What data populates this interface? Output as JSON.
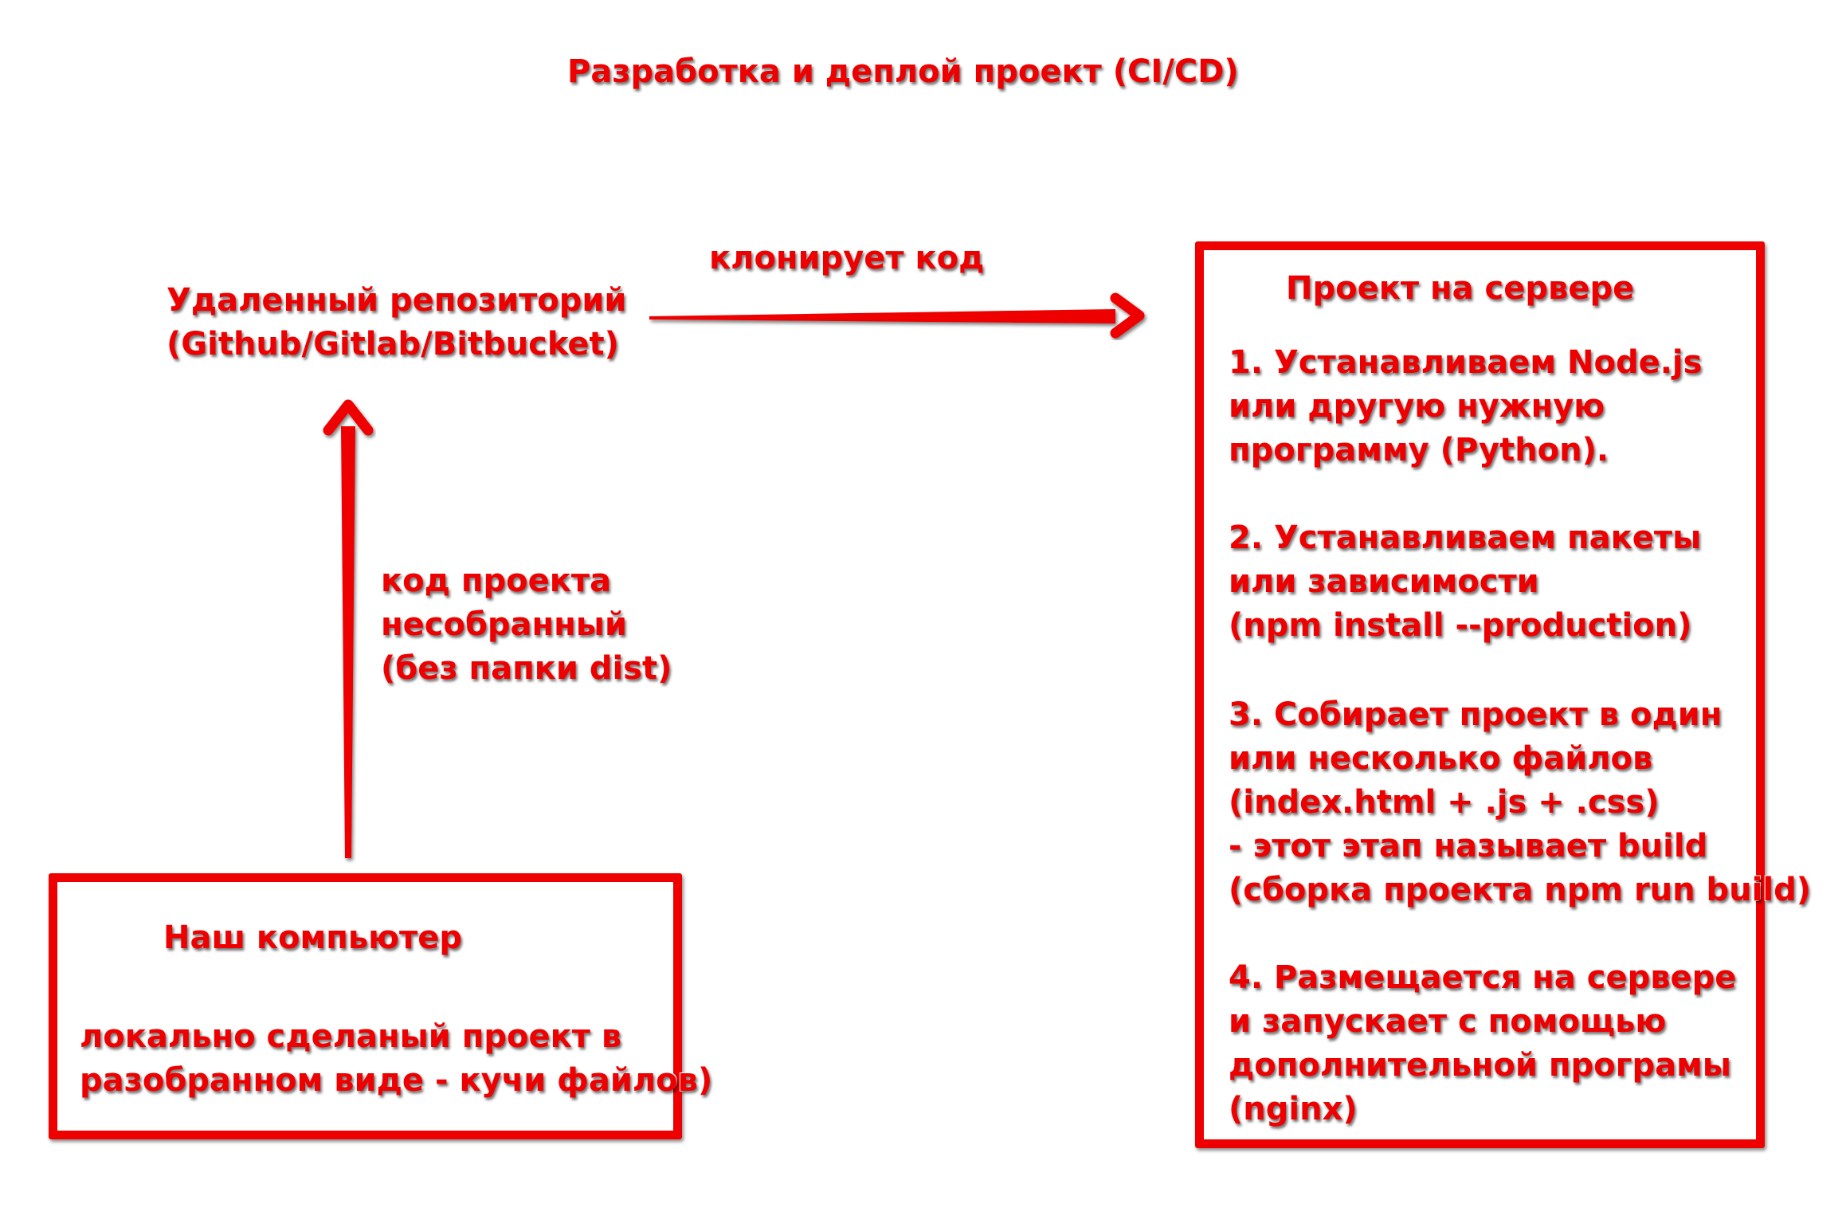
{
  "title": "Разработка и деплой проект (CI/CD)",
  "colors": {
    "accent": "#ee0000",
    "background": "#ffffff"
  },
  "nodes": {
    "remote_repo": {
      "line1": "Удаленный репозиторий",
      "line2": "(Github/Gitlab/Bitbucket)"
    },
    "our_computer": {
      "title": "Наш компьютер",
      "line1": "локально сделаный проект в",
      "line2": "разобранном виде - кучи файлов)"
    },
    "server_project": {
      "title": "Проект на сервере",
      "steps": [
        [
          "1. Устанавливаем Node.js",
          "или другую нужную",
          "программу (Python)."
        ],
        [
          "2. Устанавливаем пакеты",
          "или зависимости",
          "(npm install --production)"
        ],
        [
          "3. Собирает проект в один",
          "или несколько файлов",
          "(index.html + .js + .css)",
          "- этот этап называет build",
          "(сборка проекта npm run build)"
        ],
        [
          "4. Размещается на сервере",
          "и запускает с помощью",
          "дополнительной програмы",
          "(nginx)"
        ]
      ]
    }
  },
  "edges": {
    "push_label": [
      "код проекта",
      "несобранный",
      "(без папки dist)"
    ],
    "clone_label": "клонирует код"
  }
}
